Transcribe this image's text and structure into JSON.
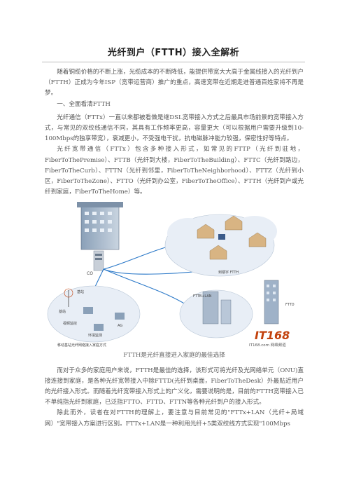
{
  "doc": {
    "title": "光纤到户（FTTH）接入全解析",
    "p1": "随着铜缆价格的不断上涨，光缆成本的不断降低，能提供带宽大大高于金属线接入的光纤到户（FTTH）正成为今年ISP（宽带运营商）推广的重点，高速宽带在近期走进普通百姓家将不再是梦。",
    "section1": "一、全面看清FTTH",
    "p2": "光纤通信（FTTx）一直以来都被看做是继DSL宽带接入方式之后最具市场前景的宽带接入方式，与常见的双绞线通信不同，其具有工作频率更高，容量更大（可以根据用户需要升级到10-100Mbps的独享带宽），衰减更小，不受强电干扰，抗电磁脉冲能力较强，保密性好等特点。",
    "p3": "光纤宽带通信（FTTx）包含多种接入形式，如常见的FTTP（光纤到驻地，FiberToThePremise）、FTTB（光纤到大楼，FiberToTheBuilding）、FTTC（光纤到路边，FiberToTheCurb）、FTTN（光纤到邻里，FiberToTheNeighborhood）、FTTZ（光纤到小区，FiberToTheZone）、FTTO（光纤到办公室，FiberToTheOffice）、FTTH（光纤到户或光纤到家庭，FiberToTheHome）等。",
    "figure_caption": "FTTH是光纤直接进入家庭的最佳选择",
    "p4": "而对于众多的家庭用户来说，FTTH是最佳的选择，该形式可将光纤及光网络单元（ONU)直接连接到家庭，是各种光纤宽带接入中除FTTD(光纤到桌面，FiberToTheDesk）外最贴近用户的光纤接入形式。而随着光纤宽带接入形式上的广义化，需要说明的是，目前的FTTH宽带接入已不单纯指光纤到家庭，已泛指FTTO、FTTD、FTTN等各种光纤到户的接入形式。",
    "p5": "除此而外，读者在对FTTH的理解上，要注意与目前常见的\"FTTx+LAN（光纤+局域网）\"宽带接入方案进行区别。FTTx+LAN是一种利用光纤+5类双绞线方式实现\"100Mbps"
  },
  "figure": {
    "labels": {
      "co": "CO",
      "fttb_cloud": "到楼宇 FTTH",
      "fttb_lan": "FTTB+LAN",
      "fttd": "FTTD",
      "base_station": "基站",
      "jizhan": "基站",
      "video": "视频监控",
      "env": "环境监测",
      "ag": "AG",
      "legend": "移动基站光纤网络接入家庭方式"
    },
    "watermark": {
      "brand": "IT168",
      "site": "IT168.com 网络频道"
    },
    "colors": {
      "cloud": "#e8eef6",
      "fiber": "#2a78c8",
      "accent": "#c2410c"
    }
  }
}
